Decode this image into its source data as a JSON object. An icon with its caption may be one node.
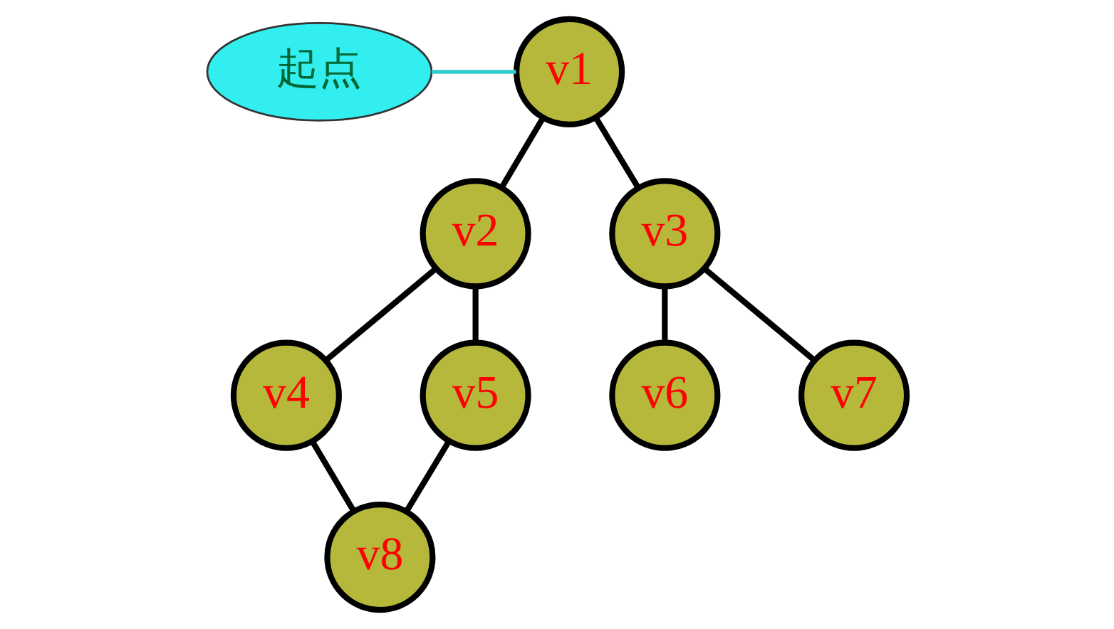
{
  "diagram": {
    "nodes": [
      {
        "text": [
          "v1"
        ]
      },
      {
        "text": [
          "起点"
        ]
      },
      {
        "text": [
          "v2"
        ]
      },
      {
        "text": [
          "v3"
        ]
      },
      {
        "text": [
          "v4"
        ]
      },
      {
        "text": [
          "v5"
        ]
      },
      {
        "text": [
          "v6"
        ]
      },
      {
        "text": [
          "v7"
        ]
      },
      {
        "text": [
          "v8"
        ]
      }
    ],
    "edges": [
      {
        "from": 1,
        "to": 0,
        "arrow": "none",
        "color": "#33cccc"
      },
      {
        "from": 0,
        "to": 2,
        "arrow": "none"
      },
      {
        "from": 0,
        "to": 3,
        "arrow": "none"
      },
      {
        "from": 2,
        "to": 4,
        "arrow": "none"
      },
      {
        "from": 2,
        "to": 5,
        "arrow": "none"
      },
      {
        "from": 3,
        "to": 6,
        "arrow": "none"
      },
      {
        "from": 3,
        "to": 7,
        "arrow": "none"
      },
      {
        "from": 4,
        "to": 8,
        "arrow": "none"
      },
      {
        "from": 5,
        "to": 8,
        "arrow": "none"
      }
    ]
  }
}
